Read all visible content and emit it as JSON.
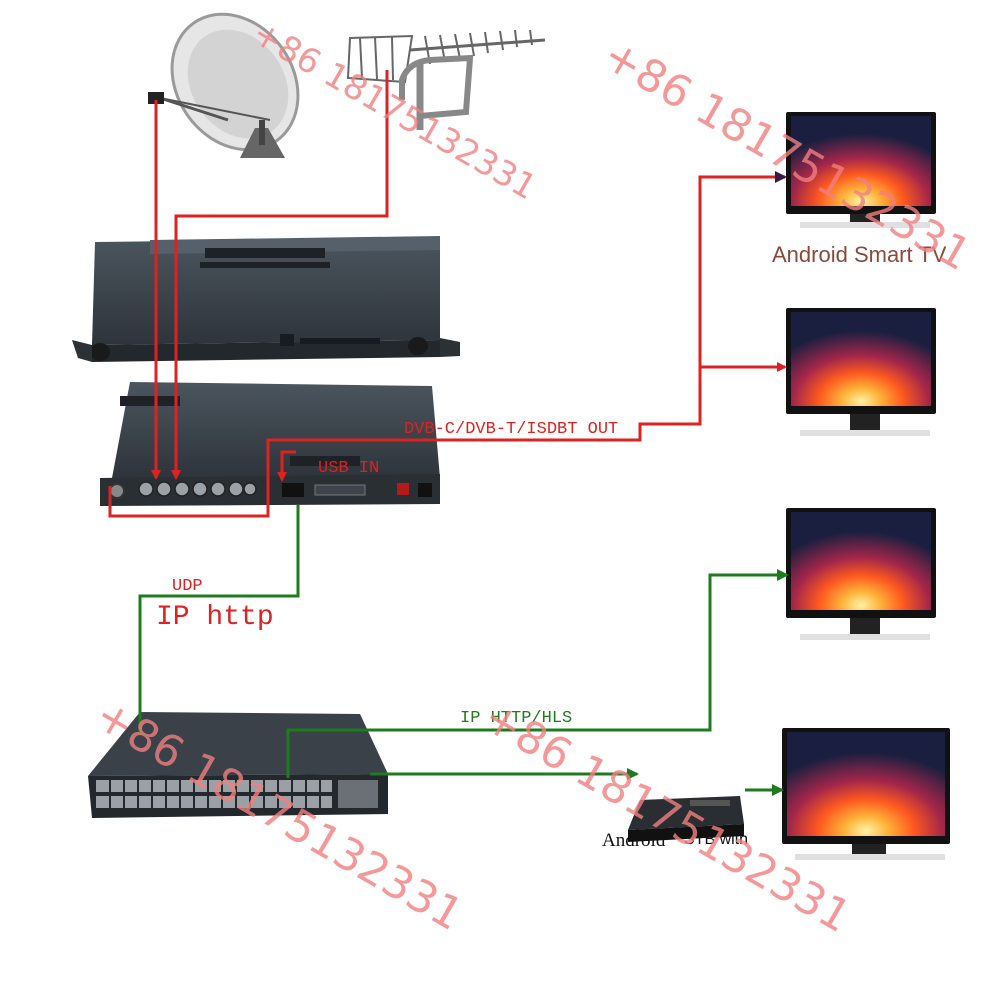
{
  "labels": {
    "android_smart_tv": "Android Smart TV",
    "dvb_out": "DVB-C/DVB-T/ISDBT OUT",
    "usb_in": "USB IN",
    "udp": "UDP",
    "ip_http": "IP http",
    "ip_http_hls": "IP HTTP/HLS",
    "android": "Android",
    "stb_with": "STB with"
  },
  "watermark": {
    "text_a": "+86 18175132331",
    "text_b": "+86 18175132331",
    "text_c": "+86 18175132331",
    "text_d": "+86 18175132331",
    "color": "#f08080"
  },
  "colors": {
    "red_line": "#dd2222",
    "green_line": "#1e7b1e",
    "device": "#3a4148",
    "device_dark": "#23282d",
    "screen_glow": "#ff5a1f"
  },
  "icons": {
    "dish": "satellite-dish-icon",
    "antenna": "yagi-antenna-icon",
    "encoder": "rack-encoder-icon",
    "gateway": "rack-gateway-icon",
    "switch": "network-switch-icon",
    "stb": "set-top-box-icon",
    "tv": "tv-icon"
  }
}
